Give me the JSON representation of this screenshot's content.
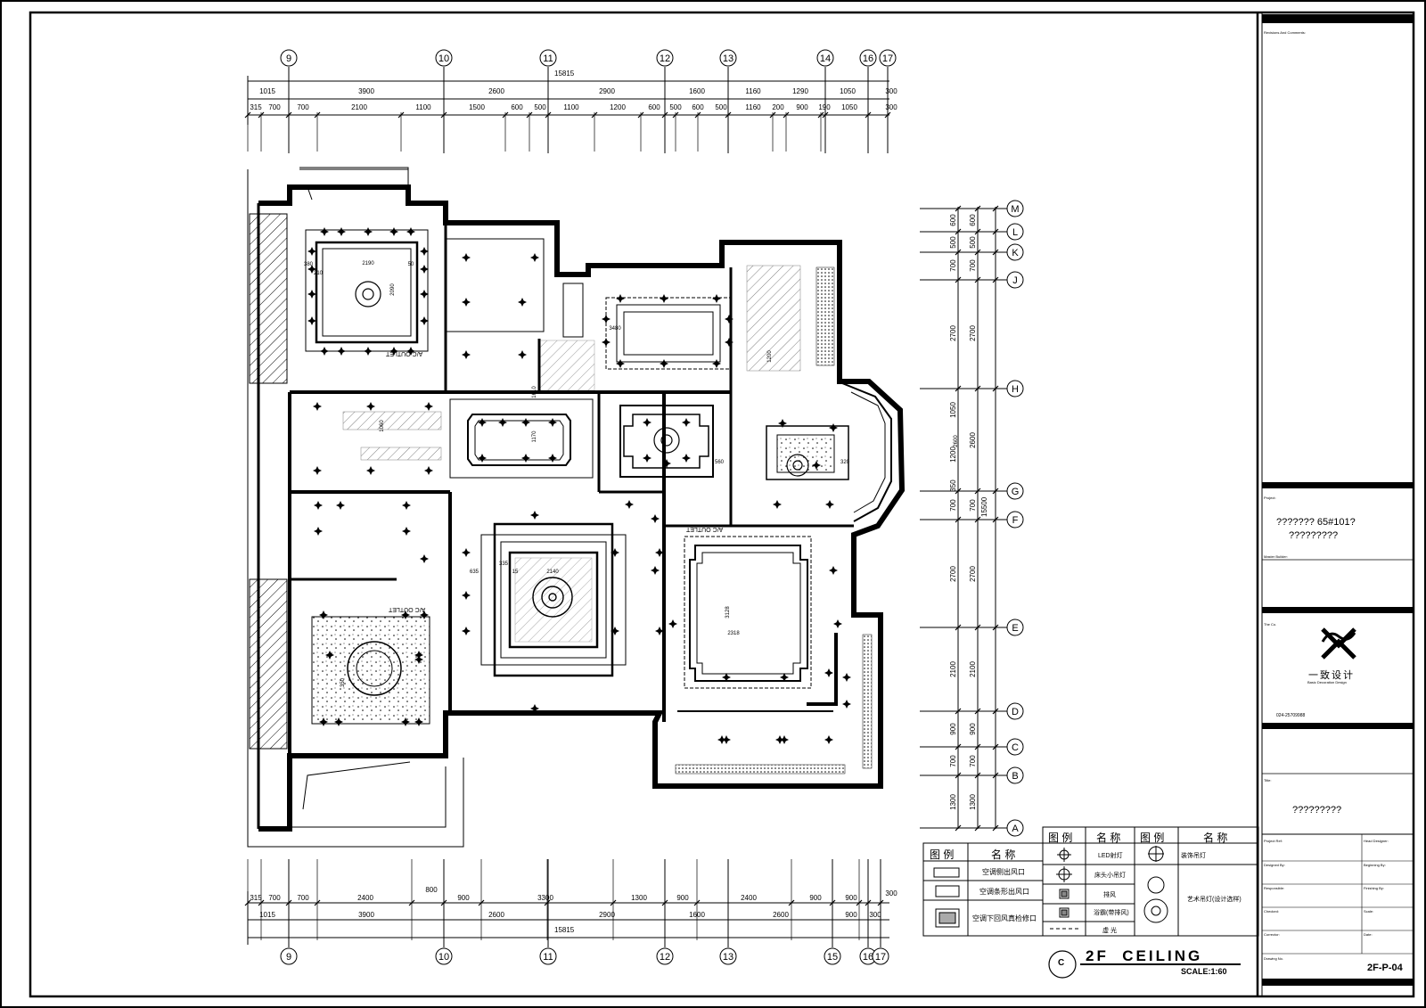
{
  "top_grid": [
    "9",
    "10",
    "11",
    "12",
    "13",
    "14",
    "16",
    "17"
  ],
  "bottom_grid": [
    "9",
    "10",
    "11",
    "12",
    "13",
    "15",
    "16",
    "17"
  ],
  "right_grid": [
    "M",
    "L",
    "K",
    "J",
    "H",
    "G",
    "F",
    "E",
    "D",
    "C",
    "B",
    "A"
  ],
  "top_total": "15815",
  "top_row1": [
    "1015",
    "3900",
    "2600",
    "2900",
    "1600",
    "1160",
    "1290",
    "1050",
    "300"
  ],
  "top_row2": [
    "315",
    "700",
    "700",
    "2100",
    "1100",
    "1500",
    "600",
    "500",
    "1100",
    "1200",
    "600",
    "500",
    "600",
    "500",
    "1160",
    "200",
    "900",
    "190",
    "1050",
    "300"
  ],
  "bottom_row1": [
    "315",
    "700",
    "700",
    "2400",
    "800",
    "900",
    "3300",
    "1300",
    "900",
    "2400",
    "900",
    "900",
    "300"
  ],
  "bottom_row2": [
    "1015",
    "3900",
    "2600",
    "2900",
    "1600",
    "2600",
    "900",
    "300"
  ],
  "bottom_total": "15815",
  "right_dims_inner": [
    "600",
    "500",
    "700",
    "2700",
    "1050",
    "1200",
    "350",
    "700",
    "2700",
    "2100",
    "900",
    "700",
    "1300"
  ],
  "right_dims_outer": [
    "600",
    "500",
    "700",
    "2700",
    "2600",
    "700",
    "2700",
    "2100",
    "900",
    "700",
    "1300"
  ],
  "right_total": "15500",
  "room_dims": [
    "2190",
    "2090",
    "380",
    "210",
    "50",
    "2140",
    "2318",
    "3128",
    "1170",
    "1200",
    "3480",
    "1610",
    "560",
    "335",
    "635",
    "15",
    "320",
    "350",
    "2600",
    "1060"
  ],
  "ac_outlet_label": "A/C OUTLET",
  "legend": {
    "col_symbol": "图 例",
    "col_name": "名 称",
    "left_items": [
      "空调侧出风口",
      "空调条形出风口",
      "空调下回风真检修口"
    ],
    "mid_items": [
      "LED射灯",
      "床头小吊灯",
      "排风",
      "浴霸(带排风)",
      "虚 光"
    ],
    "right_items": [
      "装饰吊灯",
      "艺术吊灯(设计选样)"
    ]
  },
  "drawing_title": "2F  CEILING",
  "scale": "SCALE:1:60",
  "title_circle": "C",
  "side": {
    "revisions": "Revisions And Comments:",
    "project_label": "Project:",
    "project_name_1": "??????? 65#101?",
    "project_name_2": "?????????",
    "master_builder": "Master Builder:",
    "the_co": "The Co.",
    "logo_cn": "一致设计",
    "logo_en": "Basic Decoration Design",
    "phone": "024-25709988",
    "title_label": "Title:",
    "title_value": "?????????",
    "project_ref": "Project Ref:",
    "head_designer": "Head Designer:",
    "designed_by": "Designed By:",
    "beginning_by": "Beginning By:",
    "responsible": "Responsible:",
    "finishing_by": "Finishing By:",
    "checked": "Checked:",
    "scale": "Scale:",
    "corrector": "Corrector:",
    "date": "Date:",
    "drawing_no_label": "Drawing No.",
    "drawing_no": "2F-P-04"
  }
}
